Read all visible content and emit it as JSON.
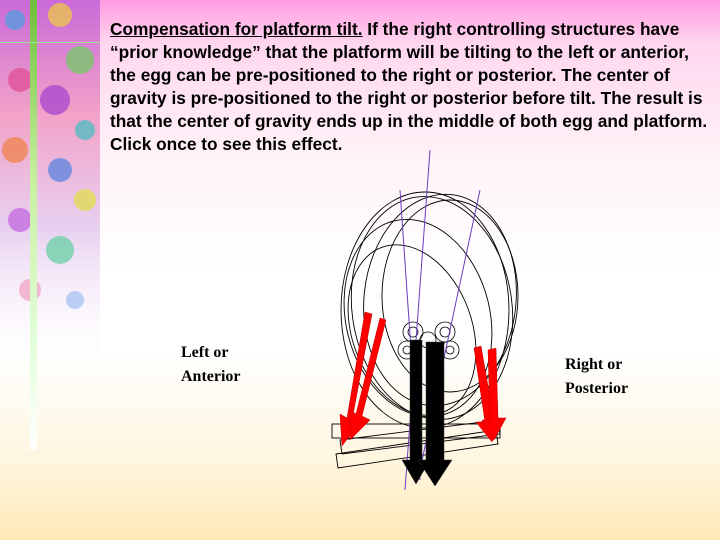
{
  "slide": {
    "heading_link": "Compensation for platform tilt.",
    "body": " If the right controlling structures have “prior knowledge” that the platform will be tilting to the left or anterior, the egg can be pre-positioned to the right or posterior. The center of gravity is pre-positioned to the right or posterior before tilt. The result is that the center of gravity ends up in the middle of both egg and platform. Click once to see this effect.",
    "label_left": "Left or\nAnterior",
    "label_right": "Right or\nPosterior"
  },
  "colors": {
    "arrow_red": "#ff0000",
    "arrow_black": "#000000",
    "line_purple": "#6a3dbf"
  }
}
